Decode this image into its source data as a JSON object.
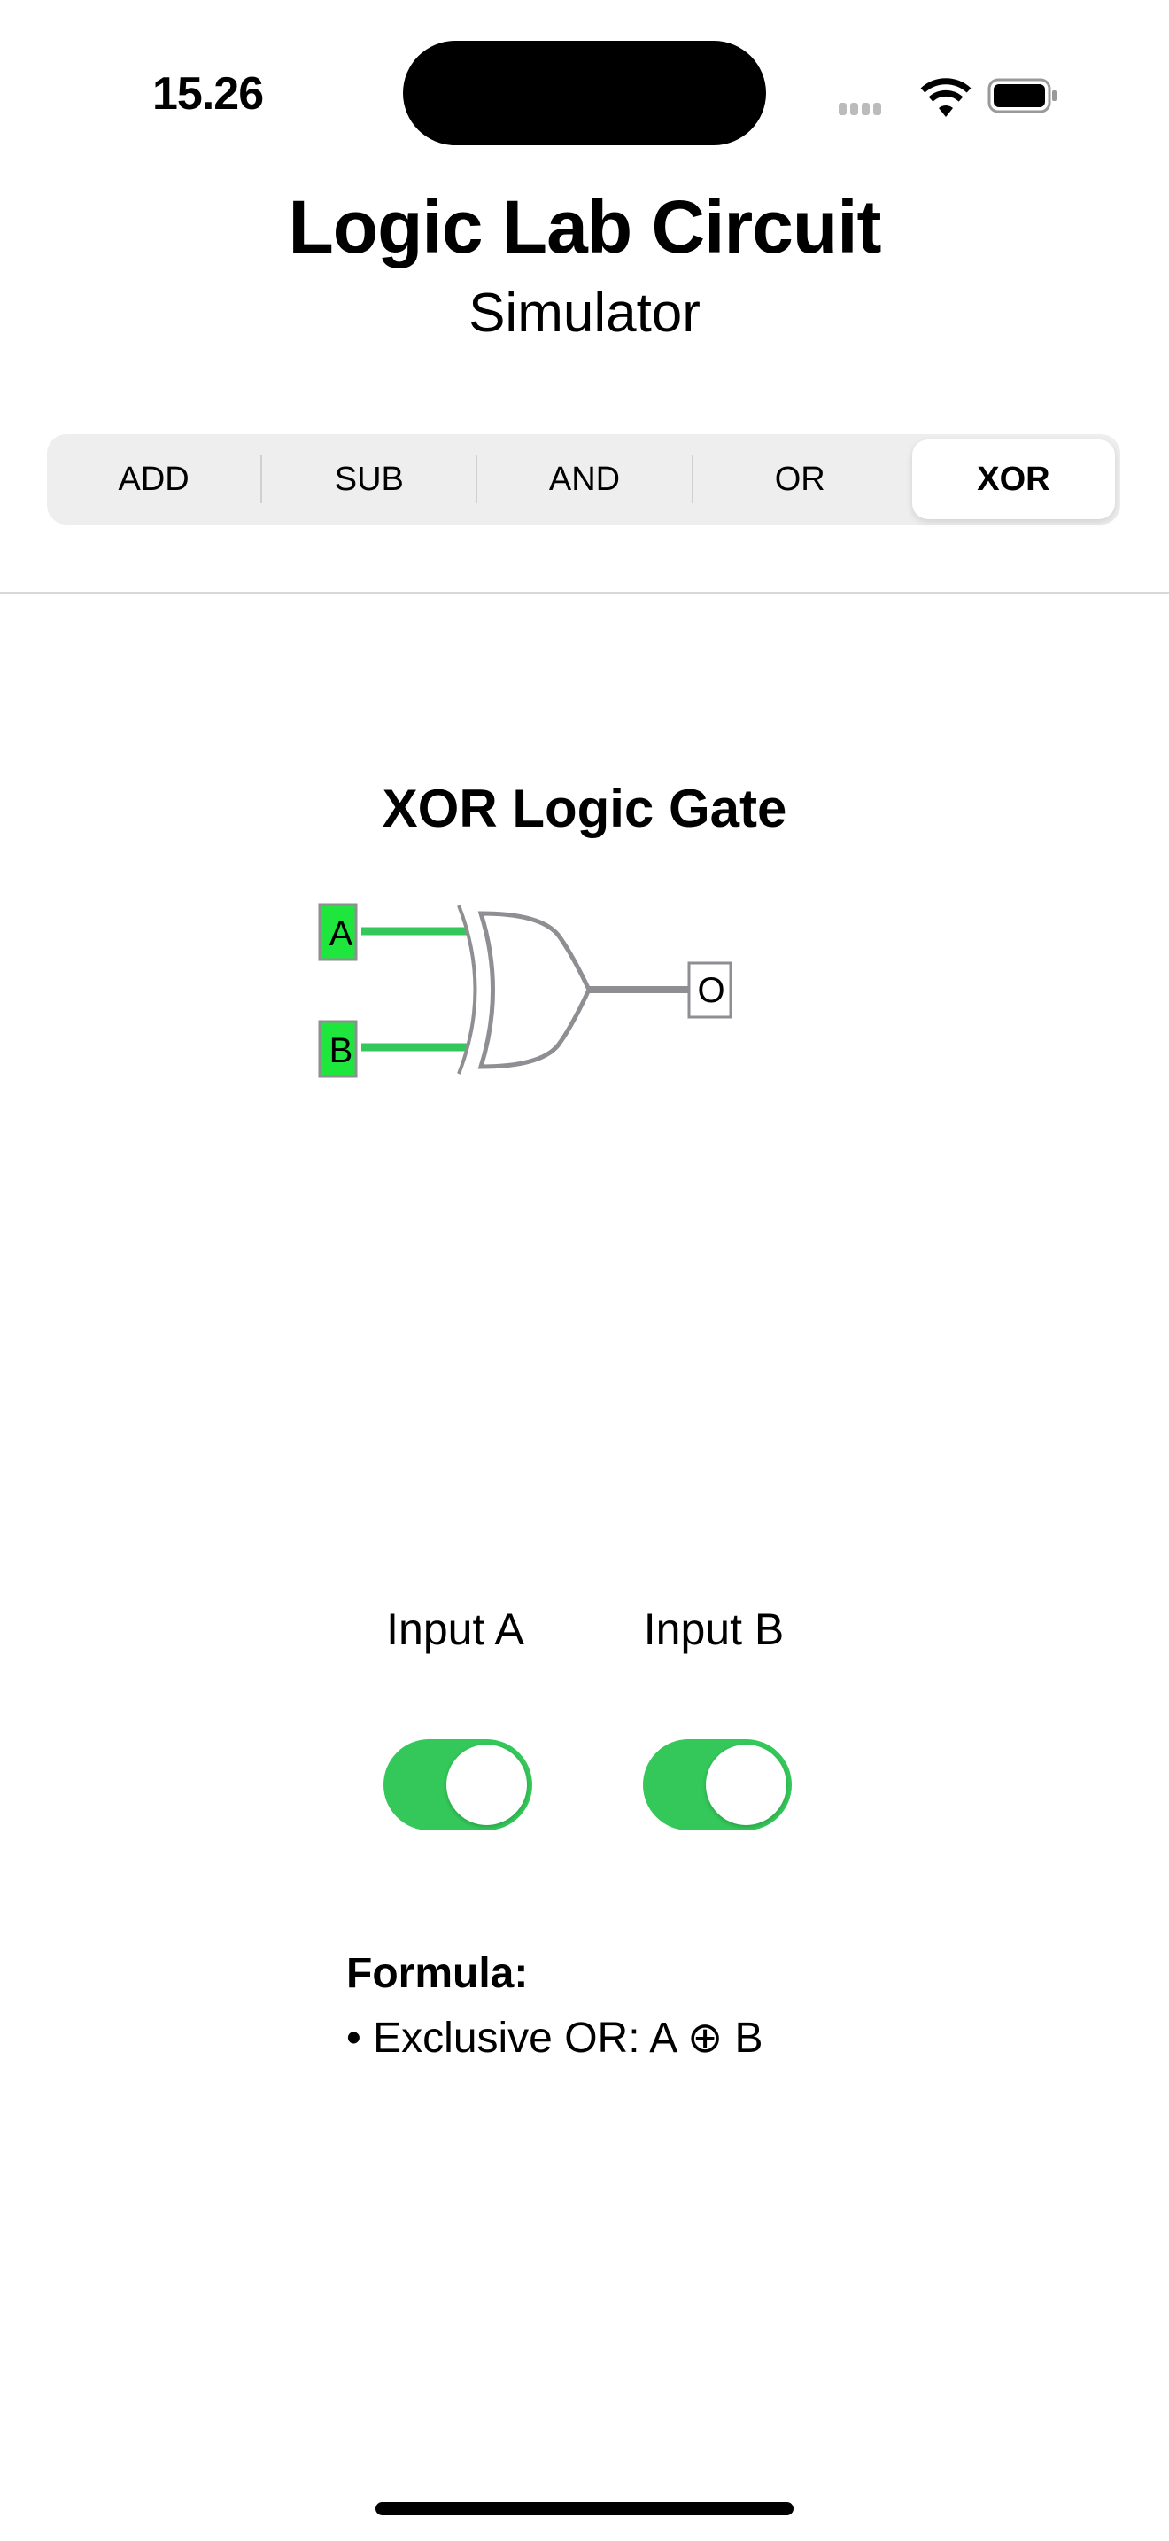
{
  "status_bar": {
    "time": "15.26"
  },
  "header": {
    "title": "Logic Lab Circuit",
    "subtitle": "Simulator"
  },
  "segments": {
    "items": [
      {
        "label": "ADD"
      },
      {
        "label": "SUB"
      },
      {
        "label": "AND"
      },
      {
        "label": "OR"
      },
      {
        "label": "XOR"
      }
    ],
    "selected": "XOR"
  },
  "gate": {
    "title": "XOR Logic Gate",
    "input_a_label": "A",
    "input_b_label": "B",
    "output_label": "O",
    "active_color": "#1ee63c",
    "wire_on_color": "#34c759",
    "wire_off_color": "#8e8e93"
  },
  "inputs": {
    "a": {
      "label": "Input A",
      "on": true
    },
    "b": {
      "label": "Input B",
      "on": true
    }
  },
  "formula": {
    "heading": "Formula:",
    "line": "• Exclusive OR: A ⊕ B"
  }
}
